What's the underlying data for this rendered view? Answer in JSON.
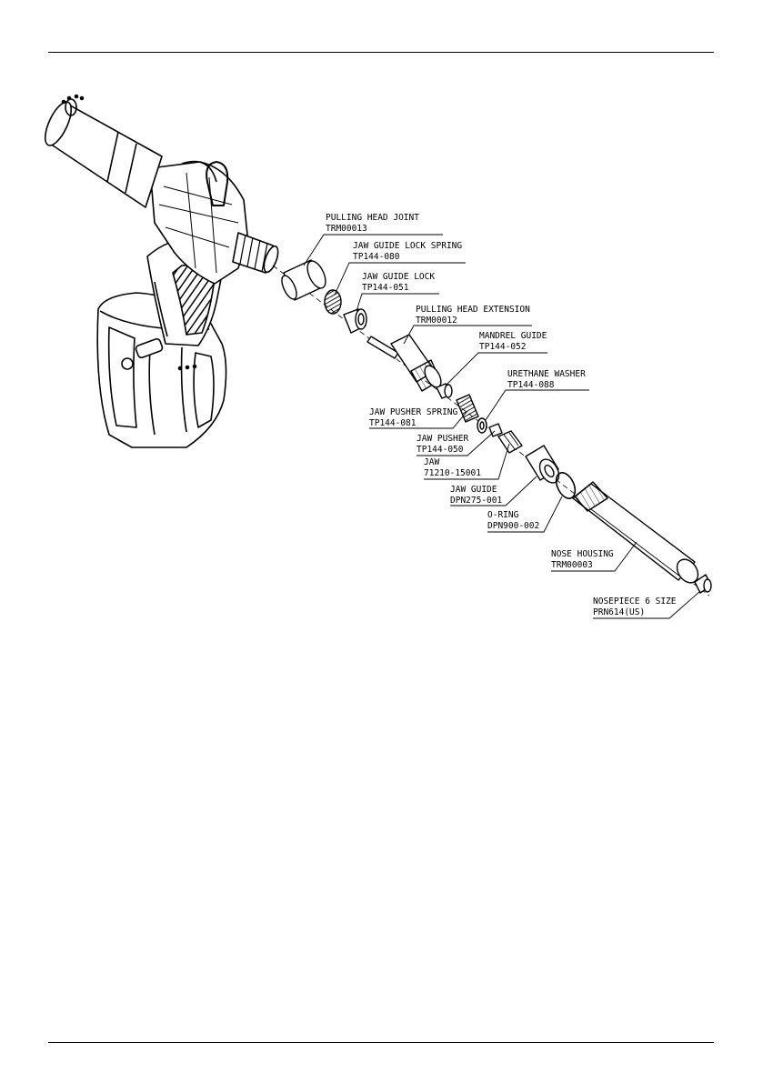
{
  "parts": [
    {
      "name": "PULLING HEAD JOINT",
      "code": "TRM00013"
    },
    {
      "name": "JAW GUIDE LOCK SPRING",
      "code": "TP144-080"
    },
    {
      "name": "JAW GUIDE LOCK",
      "code": "TP144-051"
    },
    {
      "name": "PULLING HEAD EXTENSION",
      "code": "TRM00012"
    },
    {
      "name": "MANDREL GUIDE",
      "code": "TP144-052"
    },
    {
      "name": "URETHANE WASHER",
      "code": "TP144-088"
    },
    {
      "name": "JAW PUSHER SPRING",
      "code": "TP144-081"
    },
    {
      "name": "JAW PUSHER",
      "code": "TP144-050"
    },
    {
      "name": "JAW",
      "code": "71210-15001"
    },
    {
      "name": "JAW GUIDE",
      "code": "DPN275-001"
    },
    {
      "name": "O-RING",
      "code": "DPN900-002"
    },
    {
      "name": "NOSE HOUSING",
      "code": "TRM00003"
    },
    {
      "name": "NOSEPIECE 6 SIZE",
      "code": "PRN614(US)"
    }
  ]
}
